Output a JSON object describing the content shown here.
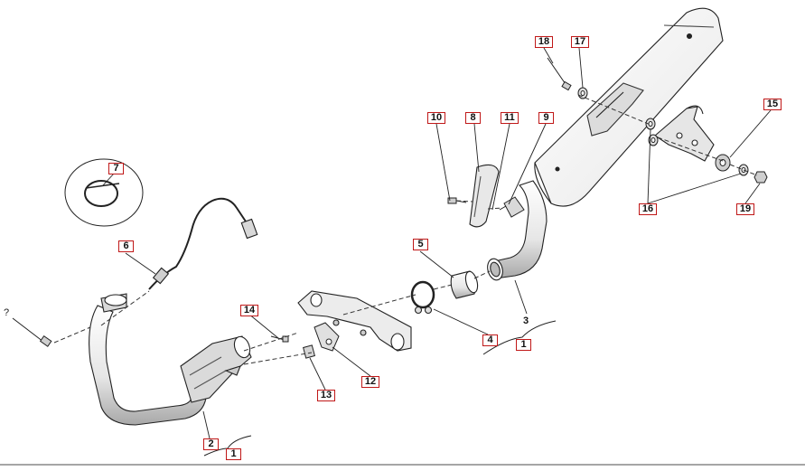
{
  "diagram": {
    "callouts": [
      {
        "id": "c1a",
        "label": "1"
      },
      {
        "id": "c1b",
        "label": "1"
      },
      {
        "id": "c2",
        "label": "2"
      },
      {
        "id": "c3",
        "label": "3"
      },
      {
        "id": "c4",
        "label": "4"
      },
      {
        "id": "c5",
        "label": "5"
      },
      {
        "id": "c6",
        "label": "6"
      },
      {
        "id": "c7",
        "label": "7"
      },
      {
        "id": "c8",
        "label": "8"
      },
      {
        "id": "c9",
        "label": "9"
      },
      {
        "id": "c10",
        "label": "10"
      },
      {
        "id": "c11",
        "label": "11"
      },
      {
        "id": "c12",
        "label": "12"
      },
      {
        "id": "c13",
        "label": "13"
      },
      {
        "id": "c14",
        "label": "14"
      },
      {
        "id": "c15",
        "label": "15"
      },
      {
        "id": "c16",
        "label": "16"
      },
      {
        "id": "c17",
        "label": "17"
      },
      {
        "id": "c18",
        "label": "18"
      },
      {
        "id": "c19",
        "label": "19"
      }
    ],
    "unlabeled_marker": "?",
    "colors": {
      "callout_border": "#c01818",
      "line": "#222222",
      "part_fill": "#f4f4f4",
      "part_shade": "#c9c9c9"
    }
  }
}
